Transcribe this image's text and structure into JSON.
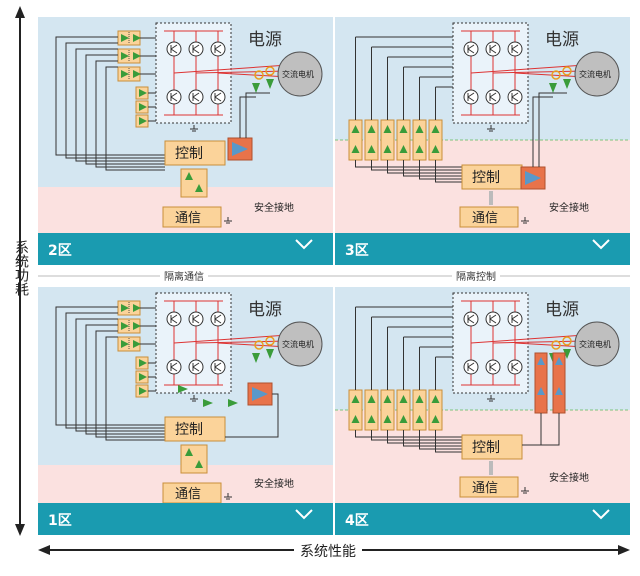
{
  "axes": {
    "vertical_label": "系统功耗",
    "horizontal_label": "系统性能"
  },
  "separators": {
    "left": "隔离通信",
    "right": "隔离控制"
  },
  "quadrants": [
    {
      "zone": "2区",
      "power": "电源",
      "motor": "交流电机",
      "control": "控制",
      "comm": "通信",
      "ground": "安全接地"
    },
    {
      "zone": "3区",
      "power": "电源",
      "motor": "交流电机",
      "control": "控制",
      "comm": "通信",
      "ground": "安全接地"
    },
    {
      "zone": "1区",
      "power": "电源",
      "motor": "交流电机",
      "control": "控制",
      "comm": "通信",
      "ground": "安全接地"
    },
    {
      "zone": "4区",
      "power": "电源",
      "motor": "交流电机",
      "control": "控制",
      "comm": "通信",
      "ground": "安全接地"
    }
  ],
  "colors": {
    "blue_region": "#d4e6f1",
    "pink_region": "#fbe1e0",
    "zone_bar": "#1a9bb0",
    "isolator": "#fbd39a",
    "control_box": "#fbd39a",
    "driver": "#e8734a"
  }
}
